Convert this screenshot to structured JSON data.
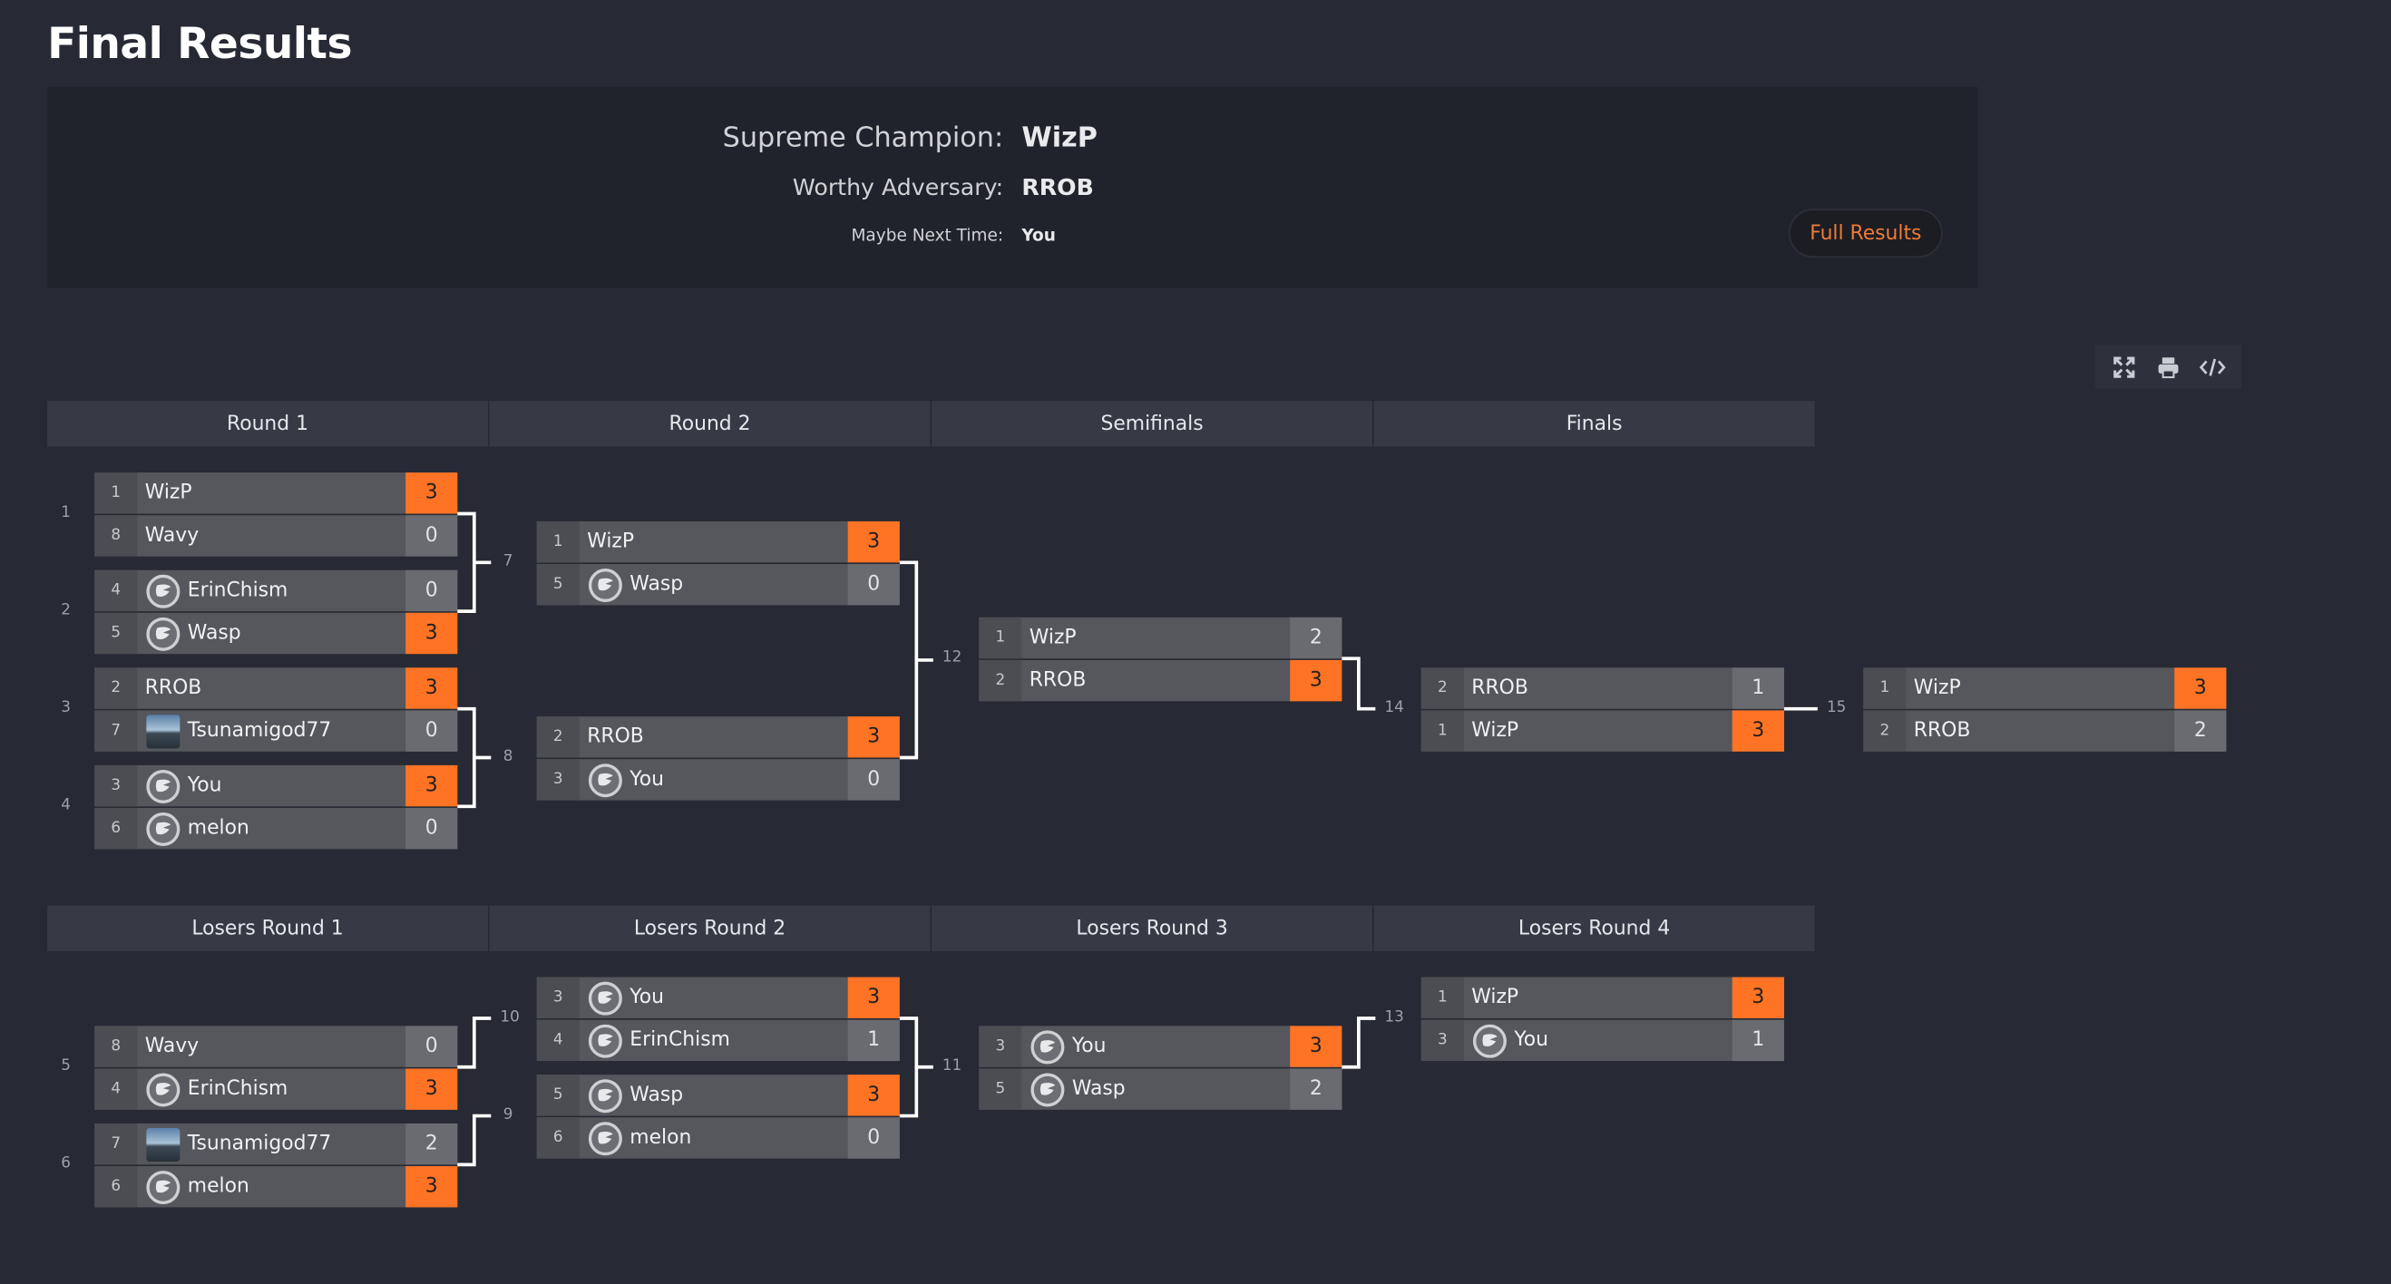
{
  "page": {
    "title": "Final Results"
  },
  "podium": {
    "champion_label": "Supreme Champion:",
    "champion": "WizP",
    "adversary_label": "Worthy Adversary:",
    "adversary": "RROB",
    "next_time_label": "Maybe Next Time:",
    "next_time": "You",
    "full_results_label": "Full Results"
  },
  "toolbar": {
    "icons": [
      "fullscreen-icon",
      "print-icon",
      "embed-code-icon"
    ]
  },
  "headers": {
    "winners": [
      "Round 1",
      "Round 2",
      "Semifinals",
      "Finals"
    ],
    "losers": [
      "Losers Round 1",
      "Losers Round 2",
      "Losers Round 3",
      "Losers Round 4"
    ]
  },
  "matches": [
    {
      "id": "m1",
      "num": "1",
      "players": [
        {
          "seed": "1",
          "name": "WizP",
          "avatar": "none",
          "score": "3",
          "win": true
        },
        {
          "seed": "8",
          "name": "Wavy",
          "avatar": "none",
          "score": "0",
          "win": false
        }
      ]
    },
    {
      "id": "m2",
      "num": "2",
      "players": [
        {
          "seed": "4",
          "name": "ErinChism",
          "avatar": "logo",
          "score": "0",
          "win": false
        },
        {
          "seed": "5",
          "name": "Wasp",
          "avatar": "logo",
          "score": "3",
          "win": true
        }
      ]
    },
    {
      "id": "m3",
      "num": "3",
      "players": [
        {
          "seed": "2",
          "name": "RROB",
          "avatar": "none",
          "score": "3",
          "win": true
        },
        {
          "seed": "7",
          "name": "Tsunamigod77",
          "avatar": "photo",
          "score": "0",
          "win": false
        }
      ]
    },
    {
      "id": "m4",
      "num": "4",
      "players": [
        {
          "seed": "3",
          "name": "You",
          "avatar": "logo",
          "score": "3",
          "win": true
        },
        {
          "seed": "6",
          "name": "melon",
          "avatar": "logo",
          "score": "0",
          "win": false
        }
      ]
    },
    {
      "id": "m7",
      "num": "7",
      "players": [
        {
          "seed": "1",
          "name": "WizP",
          "avatar": "none",
          "score": "3",
          "win": true
        },
        {
          "seed": "5",
          "name": "Wasp",
          "avatar": "logo",
          "score": "0",
          "win": false
        }
      ]
    },
    {
      "id": "m8",
      "num": "8",
      "players": [
        {
          "seed": "2",
          "name": "RROB",
          "avatar": "none",
          "score": "3",
          "win": true
        },
        {
          "seed": "3",
          "name": "You",
          "avatar": "logo",
          "score": "0",
          "win": false
        }
      ]
    },
    {
      "id": "m12",
      "num": "12",
      "players": [
        {
          "seed": "1",
          "name": "WizP",
          "avatar": "none",
          "score": "2",
          "win": false
        },
        {
          "seed": "2",
          "name": "RROB",
          "avatar": "none",
          "score": "3",
          "win": true
        }
      ]
    },
    {
      "id": "m14",
      "num": "14",
      "players": [
        {
          "seed": "2",
          "name": "RROB",
          "avatar": "none",
          "score": "1",
          "win": false
        },
        {
          "seed": "1",
          "name": "WizP",
          "avatar": "none",
          "score": "3",
          "win": true
        }
      ]
    },
    {
      "id": "m15",
      "num": "15",
      "players": [
        {
          "seed": "1",
          "name": "WizP",
          "avatar": "none",
          "score": "3",
          "win": true
        },
        {
          "seed": "2",
          "name": "RROB",
          "avatar": "none",
          "score": "2",
          "win": false
        }
      ]
    },
    {
      "id": "m5",
      "num": "5",
      "players": [
        {
          "seed": "8",
          "name": "Wavy",
          "avatar": "none",
          "score": "0",
          "win": false
        },
        {
          "seed": "4",
          "name": "ErinChism",
          "avatar": "logo",
          "score": "3",
          "win": true
        }
      ]
    },
    {
      "id": "m6",
      "num": "6",
      "players": [
        {
          "seed": "7",
          "name": "Tsunamigod77",
          "avatar": "photo",
          "score": "2",
          "win": false
        },
        {
          "seed": "6",
          "name": "melon",
          "avatar": "logo",
          "score": "3",
          "win": true
        }
      ]
    },
    {
      "id": "m10",
      "num": "10",
      "players": [
        {
          "seed": "3",
          "name": "You",
          "avatar": "logo",
          "score": "3",
          "win": true
        },
        {
          "seed": "4",
          "name": "ErinChism",
          "avatar": "logo",
          "score": "1",
          "win": false
        }
      ]
    },
    {
      "id": "m9",
      "num": "9",
      "players": [
        {
          "seed": "5",
          "name": "Wasp",
          "avatar": "logo",
          "score": "3",
          "win": true
        },
        {
          "seed": "6",
          "name": "melon",
          "avatar": "logo",
          "score": "0",
          "win": false
        }
      ]
    },
    {
      "id": "m11",
      "num": "11",
      "players": [
        {
          "seed": "3",
          "name": "You",
          "avatar": "logo",
          "score": "3",
          "win": true
        },
        {
          "seed": "5",
          "name": "Wasp",
          "avatar": "logo",
          "score": "2",
          "win": false
        }
      ]
    },
    {
      "id": "m13",
      "num": "13",
      "players": [
        {
          "seed": "1",
          "name": "WizP",
          "avatar": "none",
          "score": "3",
          "win": true
        },
        {
          "seed": "3",
          "name": "You",
          "avatar": "logo",
          "score": "1",
          "win": false
        }
      ]
    }
  ],
  "colors": {
    "background": "#272a34",
    "panel": "#20232b",
    "win": "#ff7324",
    "accent_text": "#ef7a35"
  }
}
